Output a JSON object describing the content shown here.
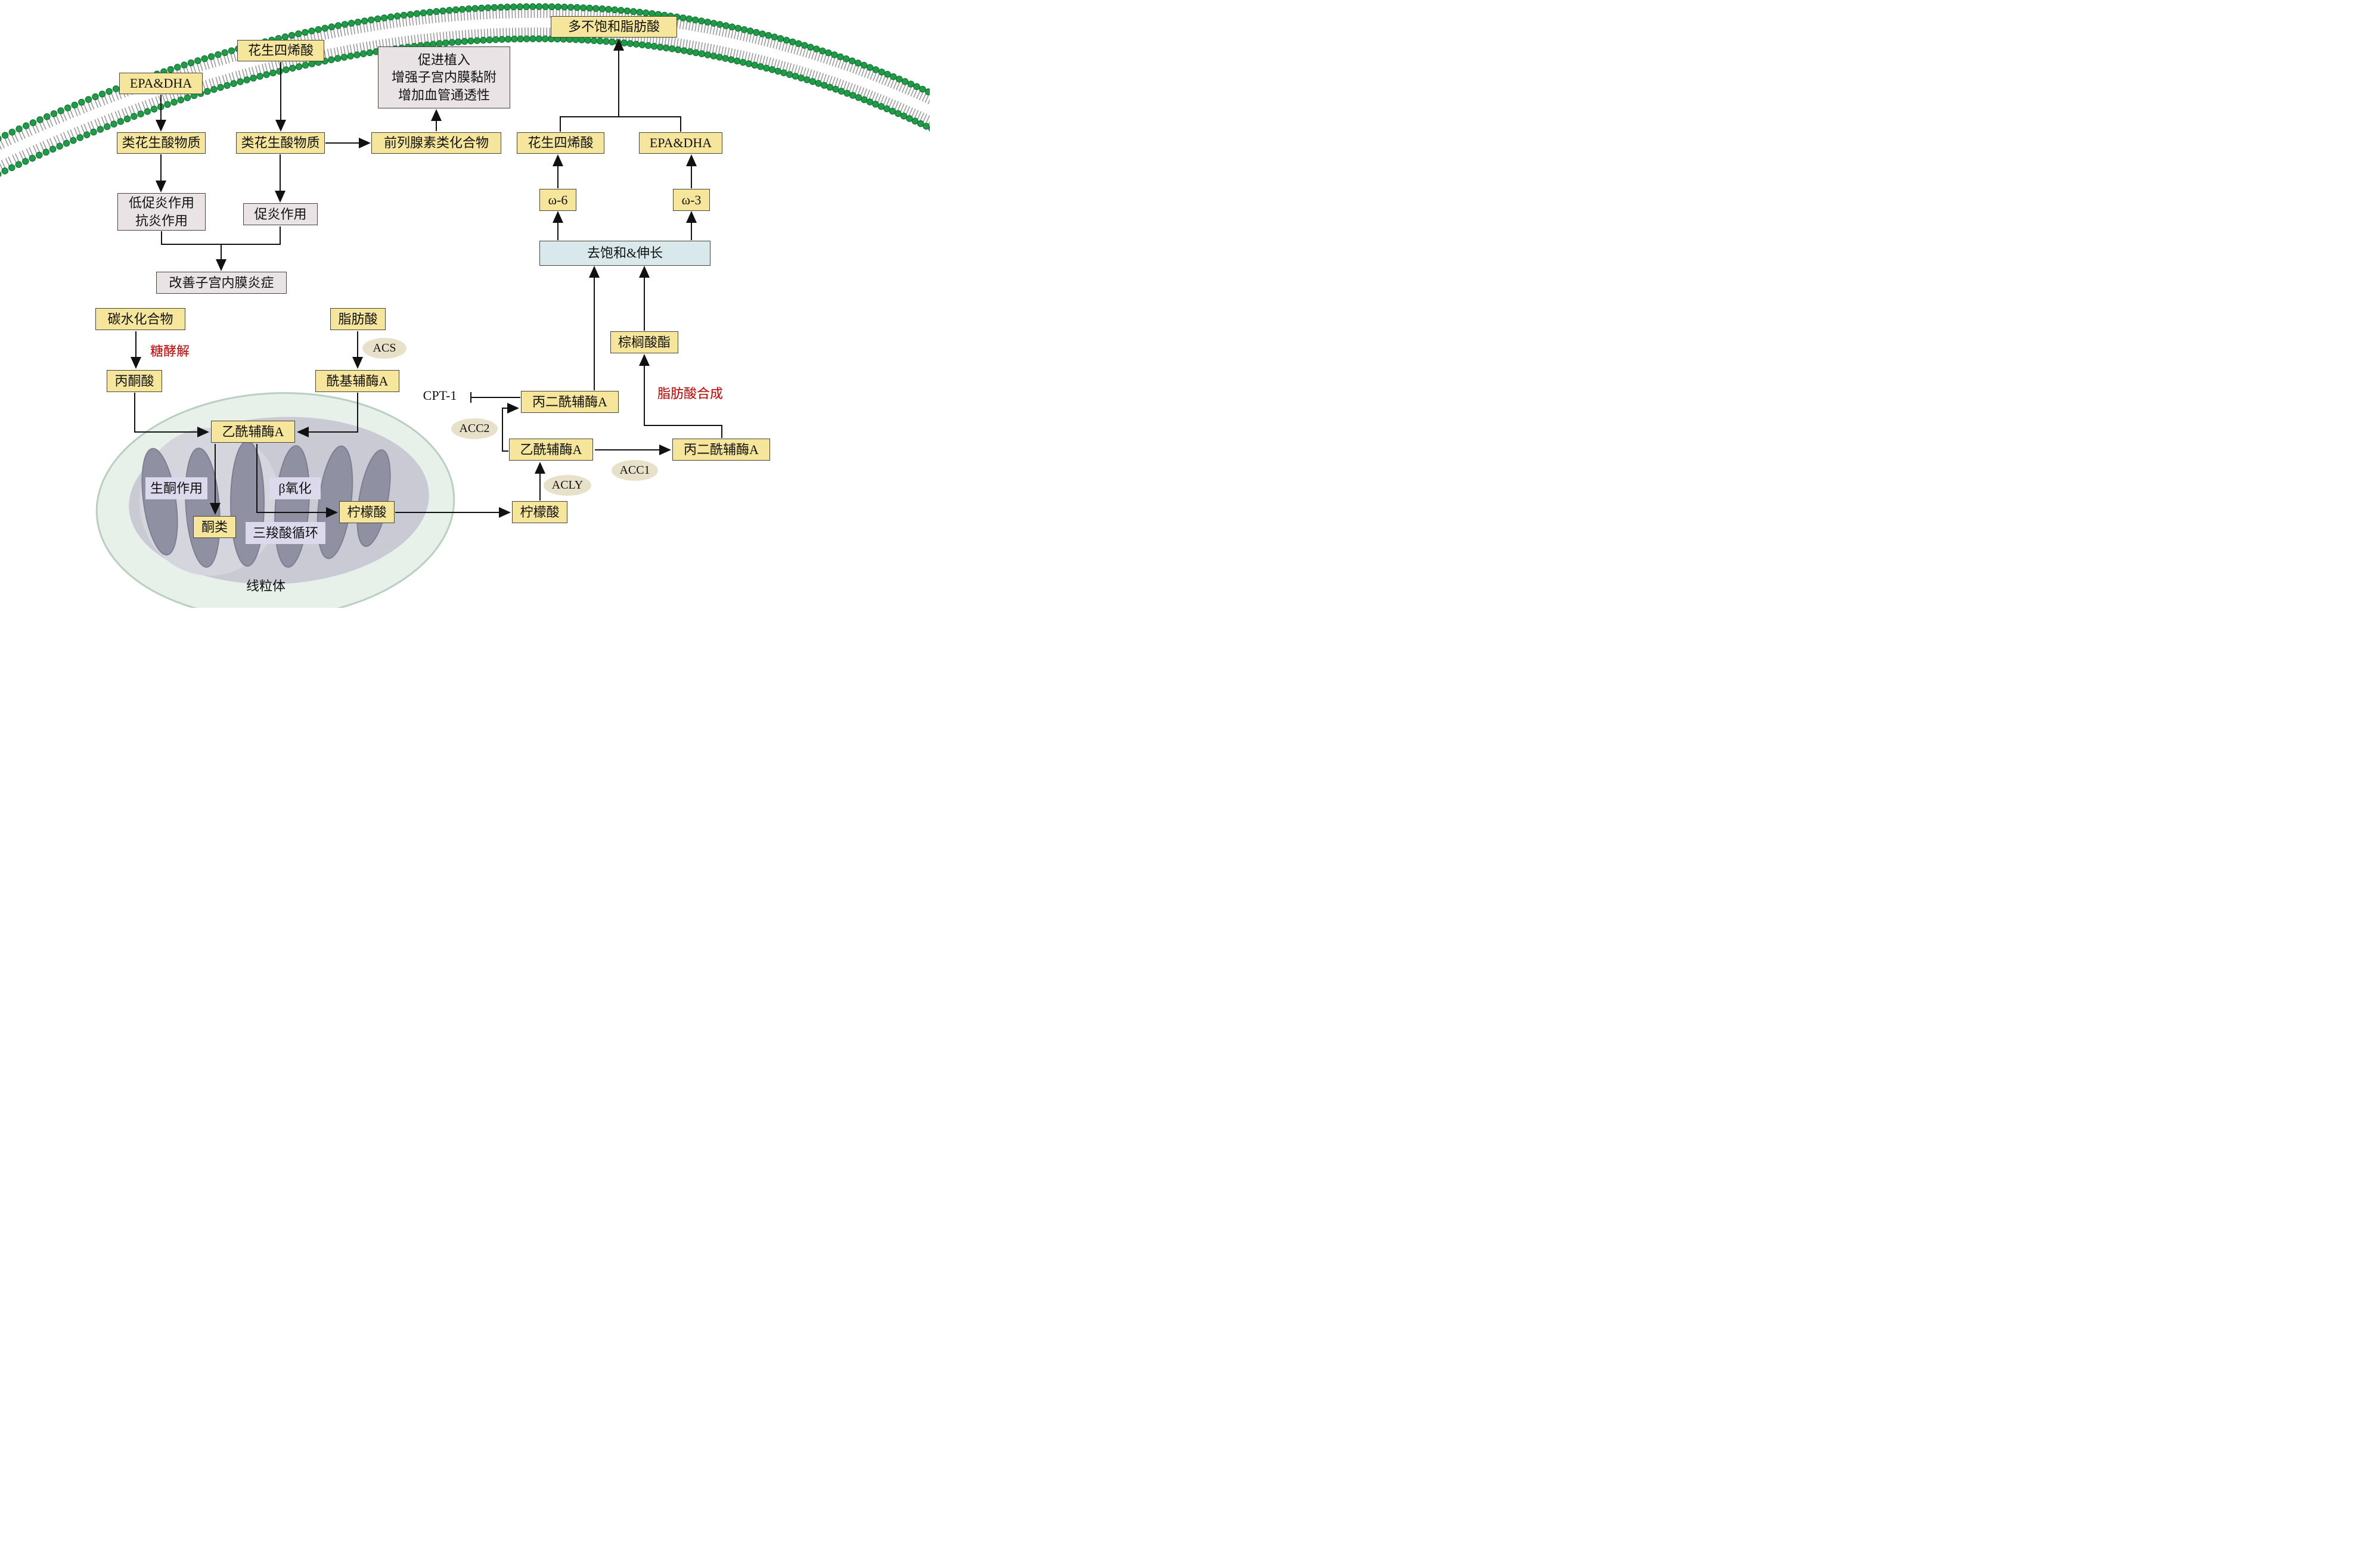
{
  "colors": {
    "yellow": "#f5e69c",
    "gray": "#eae3e5",
    "blue": "#d9e8ea",
    "lavender": "#dcd9ed",
    "badge": "#e8e1ca",
    "red": "#c10000",
    "membrane_head": "#1f9c46",
    "membrane_tail": "#9a9a9a",
    "arrow": "#111111",
    "mito_outer": "#e7f1ea",
    "mito_inner": "#c9cad4",
    "mito_cristae": "#8f90a1"
  },
  "nodes": {
    "ara_top": {
      "label": "花生四烯酸"
    },
    "epa_top": {
      "label": "EPA&DHA"
    },
    "pufa": {
      "label": "多不饱和脂肪酸"
    },
    "implant": {
      "label": "促进植入\n增强子宫内膜黏附\n增加血管通透性"
    },
    "eic1": {
      "label": "类花生酸物质"
    },
    "eic2": {
      "label": "类花生酸物质"
    },
    "prost": {
      "label": "前列腺素类化合物"
    },
    "ara2": {
      "label": "花生四烯酸"
    },
    "epa2": {
      "label": "EPA&DHA"
    },
    "lowinflam": {
      "label": "低促炎作用\n抗炎作用"
    },
    "proinflam": {
      "label": "促炎作用"
    },
    "w6": {
      "label": "ω-6"
    },
    "w3": {
      "label": "ω-3"
    },
    "desat": {
      "label": "去饱和&伸长"
    },
    "improve": {
      "label": "改善子宫内膜炎症"
    },
    "carb": {
      "label": "碳水化合物"
    },
    "fatty": {
      "label": "脂肪酸"
    },
    "pyruvate": {
      "label": "丙酮酸"
    },
    "acylcoa": {
      "label": "酰基辅酶A"
    },
    "malonyl1": {
      "label": "丙二酰辅酶A"
    },
    "palmitate": {
      "label": "棕榈酸酯"
    },
    "acetyl_m": {
      "label": "乙酰辅酶A"
    },
    "acetyl_r": {
      "label": "乙酰辅酶A"
    },
    "malonyl2": {
      "label": "丙二酰辅酶A"
    },
    "ketones": {
      "label": "酮类"
    },
    "citrate_m": {
      "label": "柠檬酸"
    },
    "citrate_r": {
      "label": "柠檬酸"
    },
    "keto_lbl": {
      "label": "生酮作用"
    },
    "betaox": {
      "label": "β氧化"
    },
    "tca": {
      "label": "三羧酸循环"
    },
    "mito": {
      "label": "线粒体"
    }
  },
  "enzymes": {
    "acs": {
      "label": "ACS"
    },
    "acc2": {
      "label": "ACC2"
    },
    "acc1": {
      "label": "ACC1"
    },
    "acly": {
      "label": "ACLY"
    },
    "cpt1": {
      "label": "CPT-1"
    }
  },
  "process_labels": {
    "glycolysis": {
      "label": "糖酵解"
    },
    "fas": {
      "label": "脂肪酸合成"
    }
  }
}
